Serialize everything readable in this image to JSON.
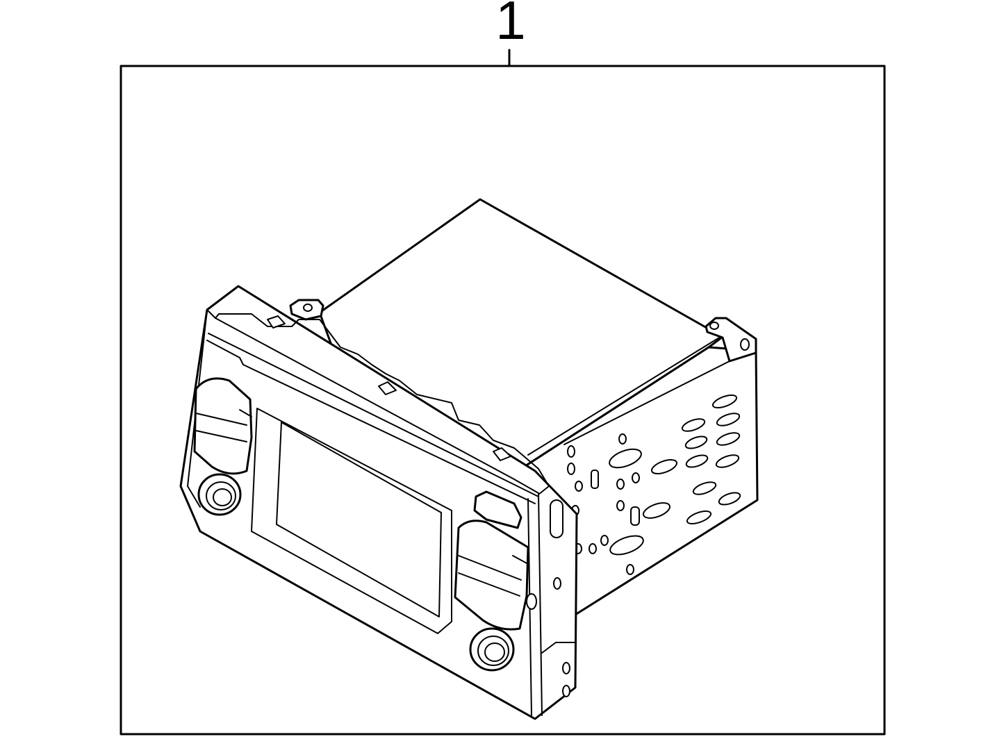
{
  "callout": {
    "number": "1"
  },
  "colors": {
    "line": "#000000",
    "background": "#ffffff"
  },
  "parts": [
    {
      "label": "1",
      "name": "radio-head-unit"
    }
  ]
}
